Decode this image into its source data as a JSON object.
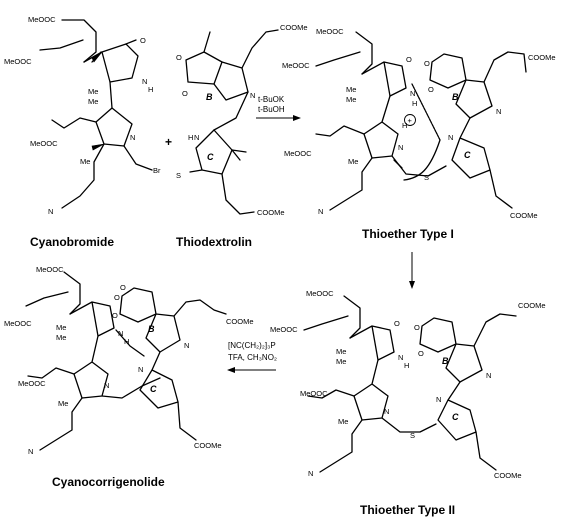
{
  "compounds": {
    "cyanobromide": "Cyanobromide",
    "thiodextrolin": "Thiodextrolin",
    "thioether1": "Thioether Type I",
    "thioether2": "Thioether Type II",
    "cyanocorrigenolide": "Cyanocorrigenolide"
  },
  "operators": {
    "plus": "+"
  },
  "reagents": {
    "step1_line1": "t-BuOK",
    "step1_line2": "t-BuOH",
    "step3_line1": "[NC(CH₂)₂]₃P",
    "step3_line2": "TFA, CH₃NO₂"
  },
  "atoms": {
    "meooc": "MeOOC",
    "cooMe": "COOMe",
    "me": "Me",
    "o": "O",
    "n": "N",
    "h": "H",
    "s": "S",
    "br": "Br",
    "ring_b": "B",
    "ring_c": "C",
    "plus_charge": "+"
  }
}
